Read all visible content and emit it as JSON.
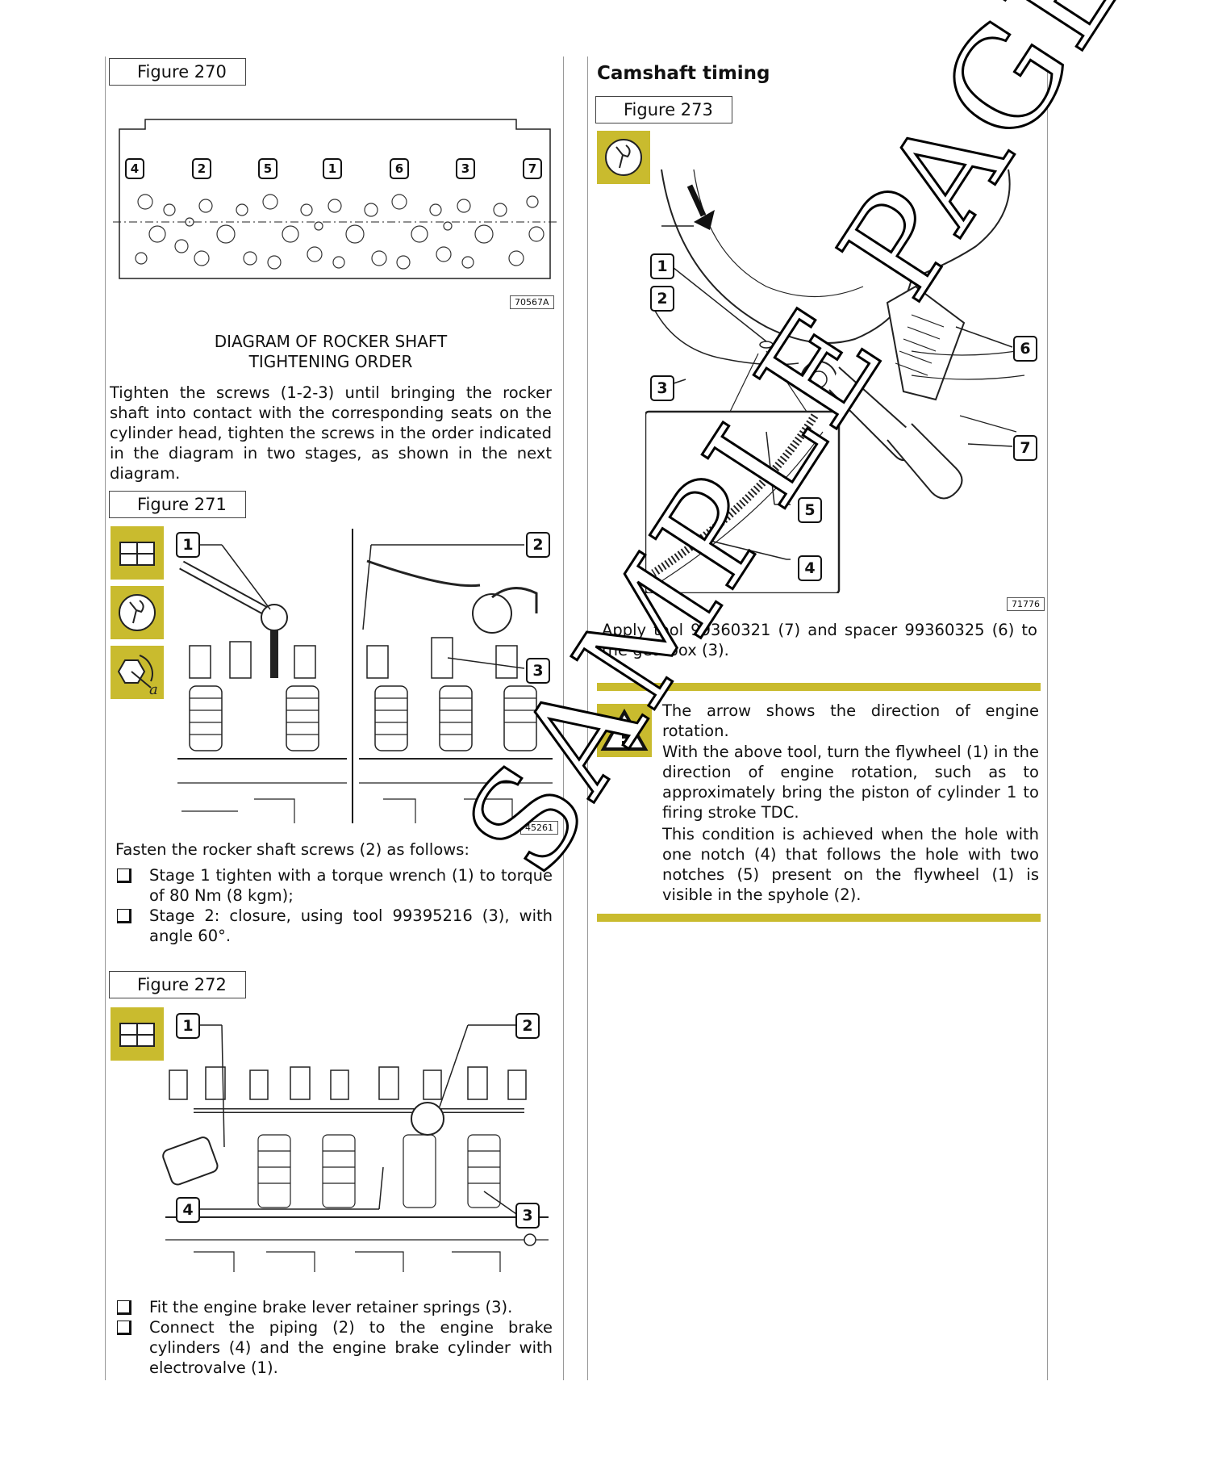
{
  "left": {
    "fig270": {
      "label": "Figure 270",
      "ref": "70567A",
      "bolt_numbers": [
        "4",
        "2",
        "5",
        "1",
        "6",
        "3",
        "7"
      ],
      "caption_line1": "DIAGRAM OF ROCKER SHAFT",
      "caption_line2": "TIGHTENING ORDER",
      "text": "Tighten the screws (1-2-3) until bringing the rocker shaft into contact with the corresponding seats on the cylinder head, tighten the screws in the order indicated in the diagram in two stages, as shown in the next diagram."
    },
    "fig271": {
      "label": "Figure 271",
      "ref": "45261",
      "callouts": [
        "1",
        "2",
        "3"
      ],
      "icon_symbol": "a",
      "intro": "Fasten the rocker shaft screws (2) as follows:",
      "bullets": [
        "Stage 1 tighten with a torque wrench (1) to torque of 80 Nm (8 kgm);",
        "Stage 2: closure, using tool 99395216 (3), with angle 60°."
      ]
    },
    "fig272": {
      "label": "Figure 272",
      "callouts": [
        "1",
        "2",
        "3",
        "4"
      ],
      "bullets": [
        "Fit the engine brake lever retainer springs (3).",
        "Connect the piping (2) to the engine brake cylinders (4) and the engine brake cylinder with electrovalve (1)."
      ]
    }
  },
  "right": {
    "heading": "Camshaft timing",
    "fig273": {
      "label": "Figure 273",
      "ref": "71776",
      "callouts": [
        "1",
        "2",
        "3",
        "4",
        "5",
        "6",
        "7"
      ],
      "text": "Apply tool 99360321 (7) and spacer 99360325 (6) to the gearbox (3)."
    },
    "warning": {
      "line1": "The arrow shows the direction of engine rotation.",
      "para2": "With the above tool, turn the flywheel (1) in the direction of engine rotation, such as to approximately bring the piston of cylinder 1 to firing stroke TDC.",
      "para3": "This condition is achieved when the hole with one notch (4) that follows the hole with two notches (5) present on the flywheel (1) is visible in the spyhole (2)."
    }
  },
  "watermark": "SAMPLE PAGE",
  "colors": {
    "accent": "#c9bb2e"
  }
}
